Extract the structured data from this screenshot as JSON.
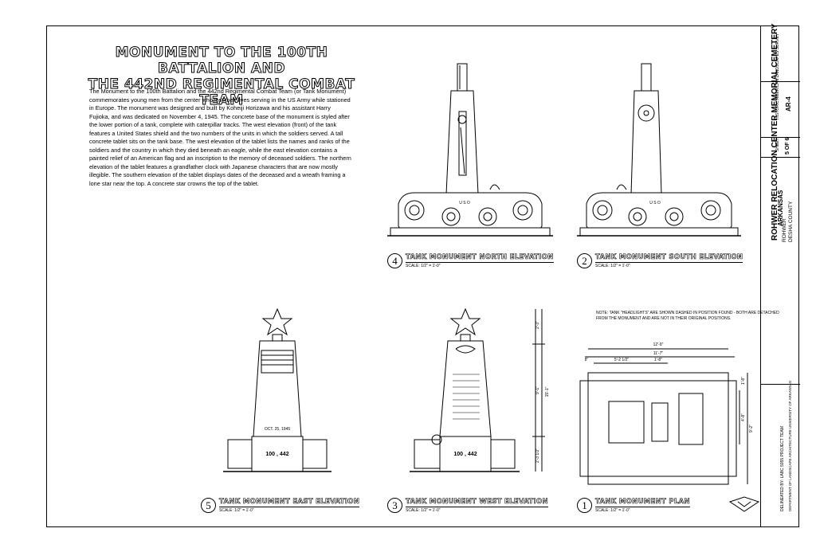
{
  "sheet": {
    "title_line1": "Monument to the 100th Battalion and",
    "title_line2": "the 442nd Regimental Combat Team",
    "description": "The Monument to the 100th Battalion and the 442nd Regimental Combat Team (or Tank Monument) commemorates young men from the center who lost their lives serving in the US Army while stationed in Europe. The monument was designed and built by Koheiji Horizawa and his assistant Harry Fujioka, and was dedicated on November 4, 1945. The concrete base of the monument is styled after the lower portion of a tank, complete with caterpillar tracks. The west elevation (front) of the tank features a United States shield and the two numbers of the units in which the soldiers served. A tall concrete tablet sits on the tank base. The west elevation of the tablet lists the names and ranks of the soldiers and the country in which they died beneath an eagle, while the east elevation contains a painted relief of an American flag and an inscription to the memory of deceased soldiers. The northern elevation of the tablet features a grandfather clock with Japanese characters that are now mostly illegible. The southern elevation of the tablet displays dates of the deceased and a wreath framing a lone star near the top. A concrete star crowns the top of the tablet."
  },
  "drawings": [
    {
      "num": "4",
      "name": "Tank Monument North Elevation",
      "scale": "SCALE: 1/2\" = 1'-0\""
    },
    {
      "num": "2",
      "name": "Tank Monument South Elevation",
      "scale": "SCALE: 1/2\" = 1'-0\""
    },
    {
      "num": "5",
      "name": "Tank Monument East Elevation",
      "scale": "SCALE: 1/2\" = 1'-0\""
    },
    {
      "num": "3",
      "name": "Tank Monument West Elevation",
      "scale": "SCALE: 1/2\" = 1'-0\""
    },
    {
      "num": "1",
      "name": "Tank Monument Plan",
      "scale": "SCALE: 1/2\" = 1'-0\""
    }
  ],
  "plan_note": "NOTE: TANK \"HEADLIGHTS\" ARE SHOWN DASHED IN POSITION FOUND - BOTH ARE DETACHED FROM THE MONUMENT AND ARE NOT IN THEIR ORIGINAL POSITIONS.",
  "monument_text": {
    "base_numbers": "100 , 442",
    "west_base_numbers": "100 , 442",
    "north_base": "U S O",
    "south_base": "U S O",
    "east_date": "OCT. 25, 1945"
  },
  "dimensions": {
    "overall_width": "12'-9\"",
    "inner_width": "11'-7\"",
    "left_offset": "5'-2 1/2\"",
    "center_width": "1'-8\"",
    "small_left": "8\"",
    "plan_depth_total": "9'-2\"",
    "plan_depth_inner": "4'-8\"",
    "plan_depth_top": "1'-8\"",
    "west_top": "2'-3\"",
    "west_mid": "9'-1\"",
    "west_base": "2'-3 1/2\"",
    "west_total": "15'-1\""
  },
  "title_block": {
    "project": "ROHWER RELOCATION CENTER MEMORIAL CEMETERY",
    "location_line1": "ROHWER",
    "location_line2": "DESHA COUNTY",
    "location_line3": "ARKANSAS",
    "survey": "HISTORIC AMERICAN LANDSCAPES SURVEY",
    "survey_no": "AR-4",
    "sheet_label": "SHEET",
    "sheet_no": "5 OF 6",
    "delineator": "DELINEATED BY: LABC 5955 PROJECT TEAM",
    "university": "DEPARTMENT OF LANDSCAPE ARCHITECTURE UNIVERSITY OF ARKANSAS"
  }
}
